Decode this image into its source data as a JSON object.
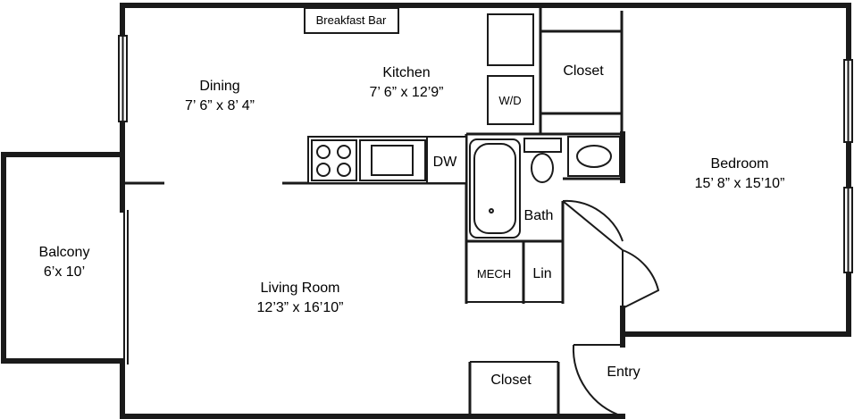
{
  "rooms": {
    "dining": {
      "name": "Dining",
      "size": "7’ 6” x 8’ 4”"
    },
    "kitchen": {
      "name": "Kitchen",
      "size": "7’ 6” x 12’9”"
    },
    "living_room": {
      "name": "Living Room",
      "size": "12’3” x 16’10”"
    },
    "bedroom": {
      "name": "Bedroom",
      "size": "15’ 8” x 15’10”"
    },
    "balcony": {
      "name": "Balcony",
      "size": "6’x 10’"
    },
    "bath": {
      "name": "Bath"
    },
    "entry": {
      "name": "Entry"
    }
  },
  "fixtures": {
    "breakfast_bar": "Breakfast Bar",
    "washer_dryer": "W/D",
    "dishwasher": "DW",
    "closet_kitchen": "Closet",
    "closet_entry": "Closet",
    "mechanical": "MECH",
    "linen": "Lin"
  }
}
